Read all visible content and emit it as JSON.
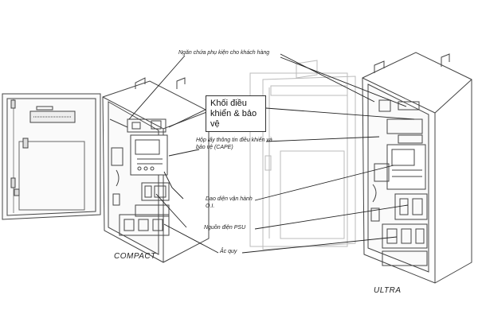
{
  "labels": {
    "accessory": "Ngăn chứa phụ kiện cho khách hàng",
    "control_box": "Khối điều khiển & bảo vệ",
    "cape": "Hộp lấy thông tin điều khiển và bảo vệ (CAPE)",
    "oi": "Dao diện vận hành O.I.",
    "psu": "Nguồn điện PSU",
    "battery": "Ắc quy"
  },
  "models": {
    "compact": "COMPACT",
    "ultra": "ULTRA"
  }
}
